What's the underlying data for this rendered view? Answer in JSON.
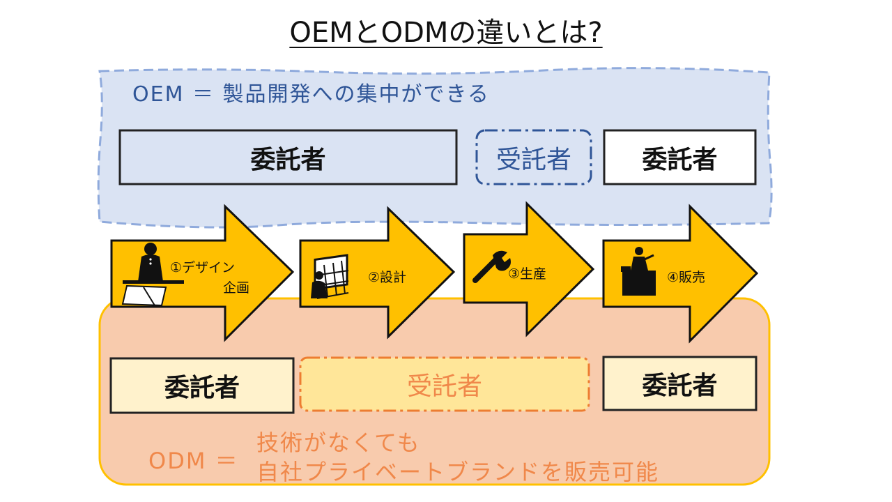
{
  "title": "OEMとODMの違いとは?",
  "oem": {
    "caption": "OEM ＝ 製品開発への集中ができる",
    "boxes": [
      "委託者",
      "受託者",
      "委託者"
    ]
  },
  "odm": {
    "caption_prefix": "ODM ＝",
    "caption_line1": "技術がなくても",
    "caption_line2": "自社プライベートブランドを販売可能",
    "boxes": [
      "委託者",
      "受託者",
      "委託者"
    ]
  },
  "steps": [
    {
      "label_line1": "①デザイン",
      "label_line2": "企画",
      "icon": "designer-desk-icon"
    },
    {
      "label_line1": "②設計",
      "label_line2": "",
      "icon": "drafting-board-icon"
    },
    {
      "label_line1": "③生産",
      "label_line2": "",
      "icon": "wrench-icon"
    },
    {
      "label_line1": "④販売",
      "label_line2": "",
      "icon": "shop-counter-icon"
    }
  ],
  "colors": {
    "oem_panel": "#dae3f3",
    "oem_border": "#8faadc",
    "oem_accent": "#2f5597",
    "odm_panel": "#f8cbad",
    "odm_border": "#ffc000",
    "odm_accent": "#ed7d31",
    "arrow_fill": "#ffc000",
    "box_cream": "#fff2cc",
    "box_light_yellow": "#ffe699"
  }
}
